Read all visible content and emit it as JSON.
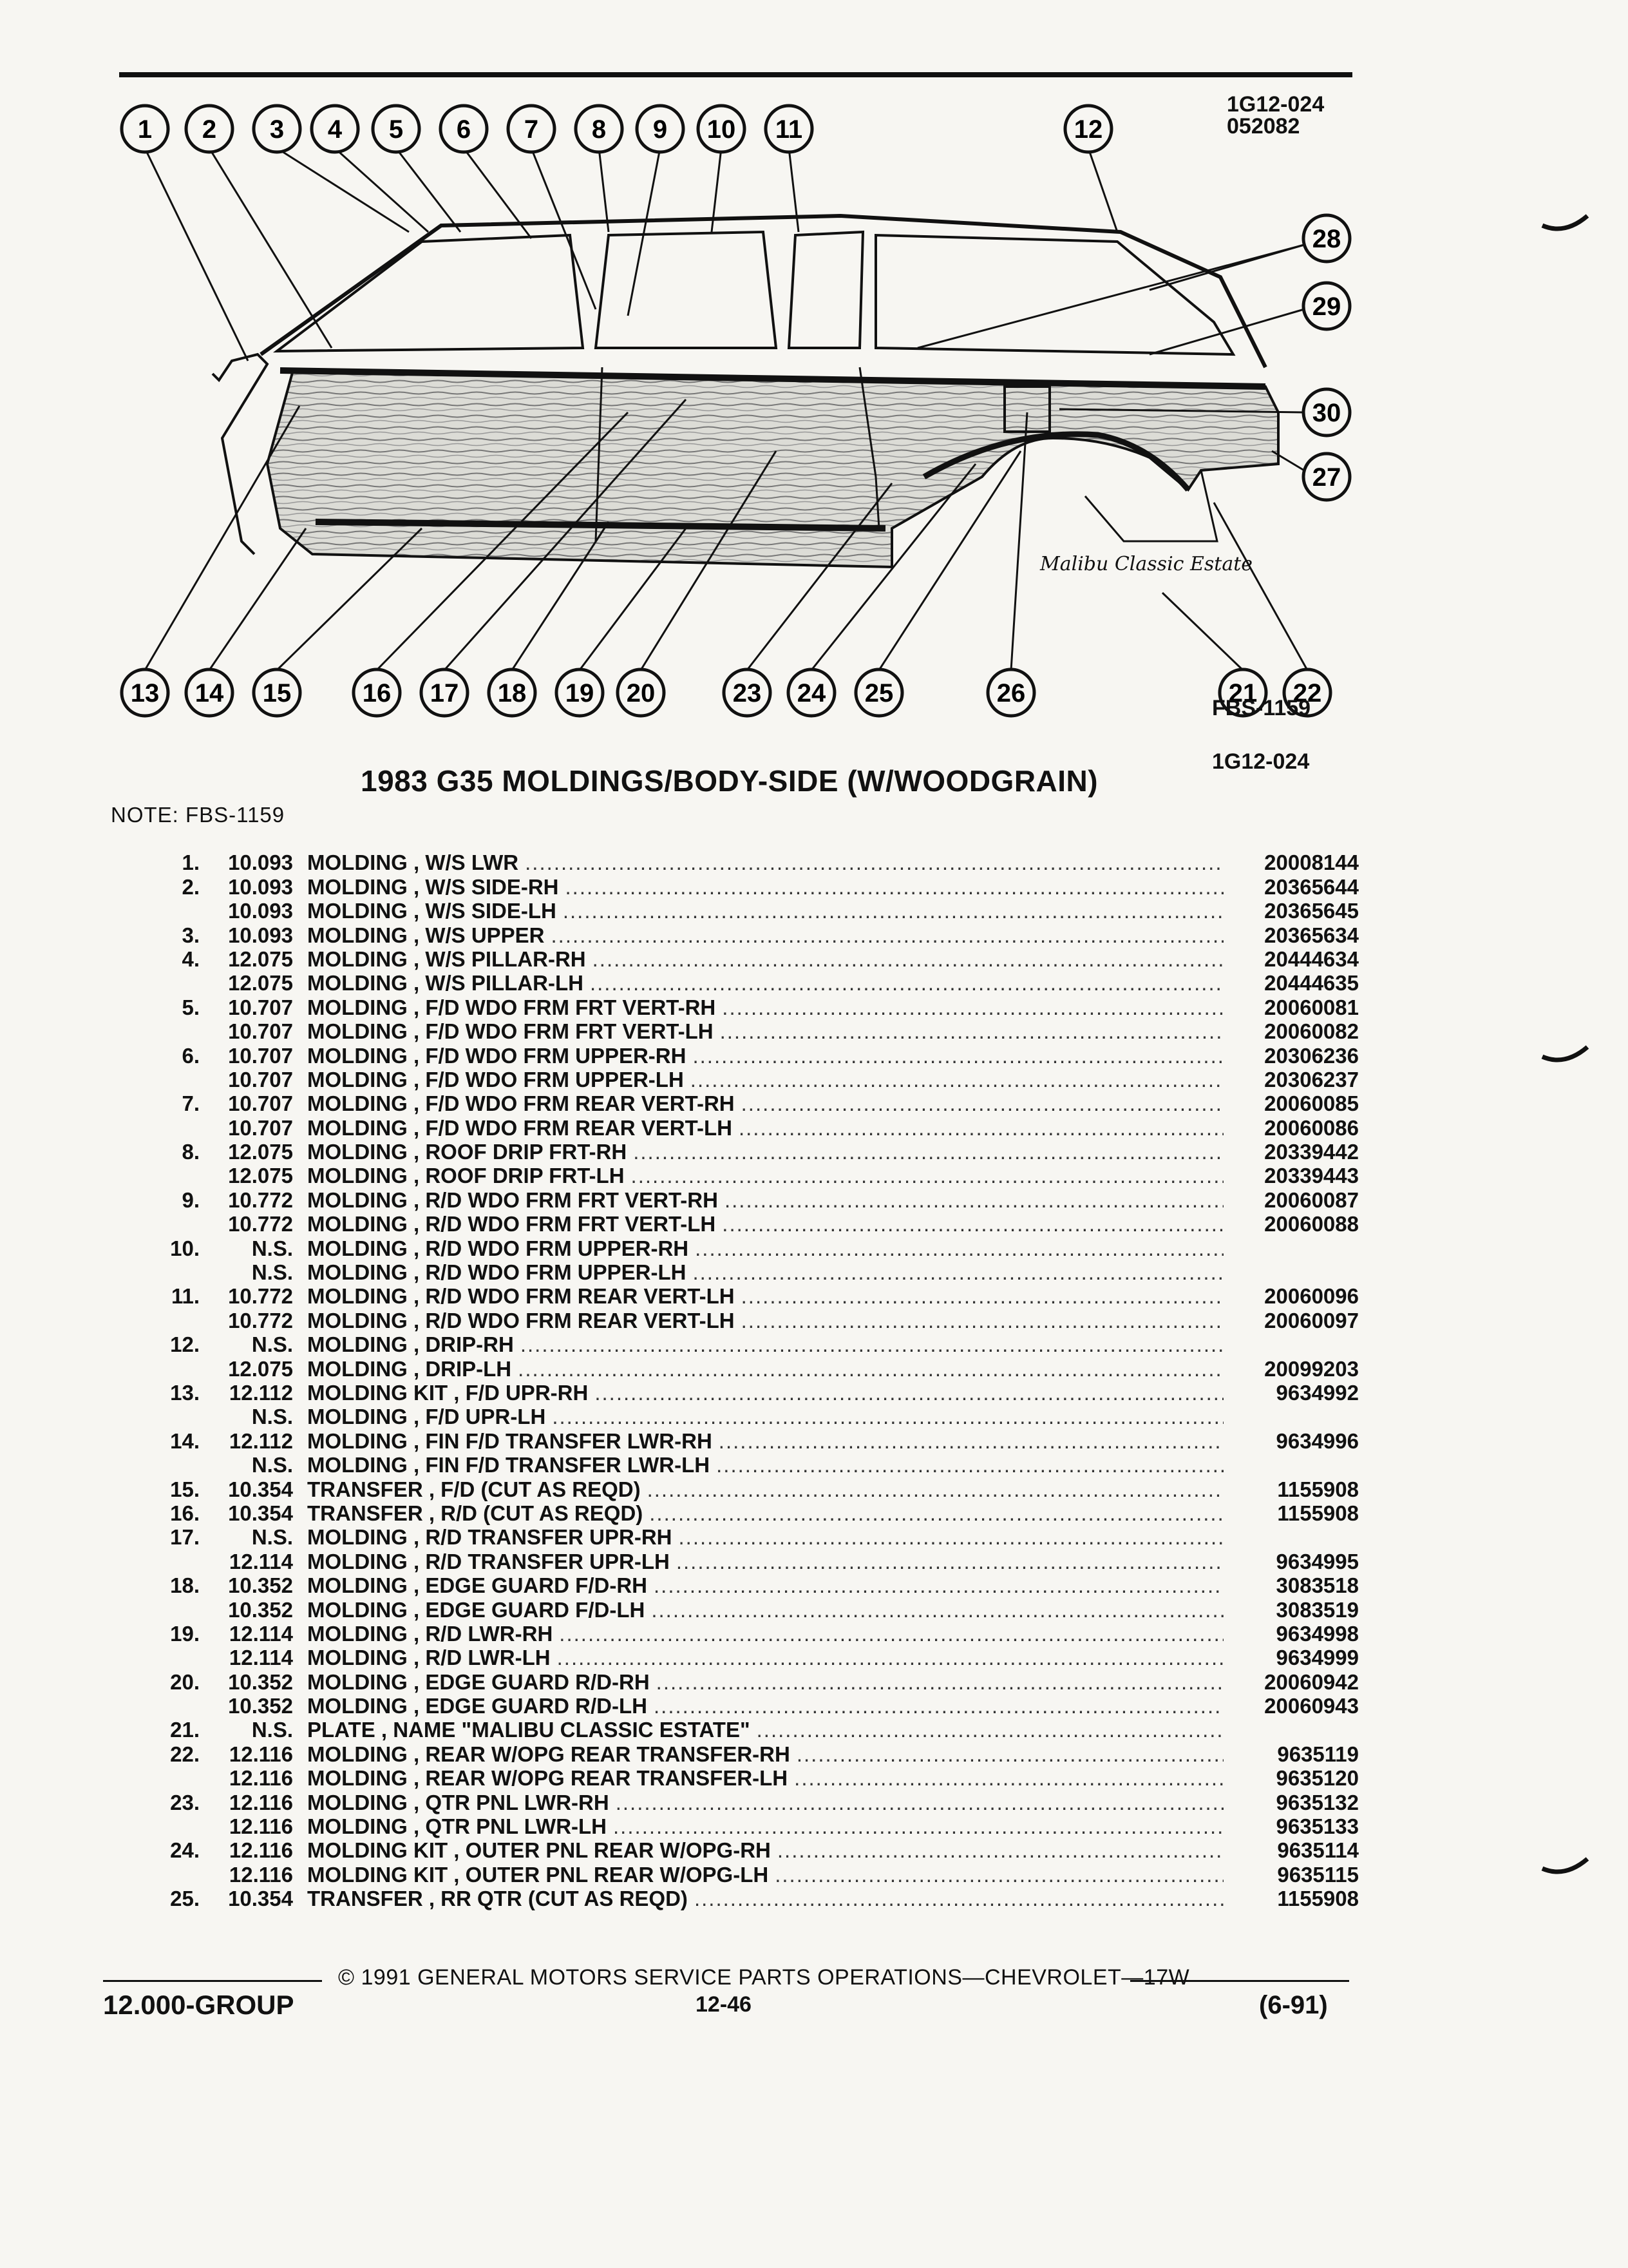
{
  "header": {
    "code1": "1G12-024",
    "code2": "052082"
  },
  "diagram": {
    "top_callouts": [
      "1",
      "2",
      "3",
      "4",
      "5",
      "6",
      "7",
      "8",
      "9",
      "10",
      "11",
      "12"
    ],
    "right_callouts": [
      "28",
      "29",
      "30",
      "27"
    ],
    "bottom_callouts": [
      "13",
      "14",
      "15",
      "16",
      "17",
      "18",
      "19",
      "20",
      "23",
      "24",
      "25",
      "26",
      "21",
      "22"
    ],
    "nameplate": "Malibu Classic Estate",
    "ref1": "FBS-1159",
    "ref2": "1G12-024"
  },
  "title": "1983 G35 MOLDINGS/BODY-SIDE (W/WOODGRAIN)",
  "note": "NOTE: FBS-1159",
  "parts": [
    {
      "ref": "1.",
      "group": "10.093",
      "desc": "MOLDING , W/S LWR",
      "part": "20008144"
    },
    {
      "ref": "2.",
      "group": "10.093",
      "desc": "MOLDING , W/S SIDE-RH",
      "part": "20365644"
    },
    {
      "ref": "",
      "group": "10.093",
      "desc": "MOLDING , W/S SIDE-LH",
      "part": "20365645"
    },
    {
      "ref": "3.",
      "group": "10.093",
      "desc": "MOLDING , W/S UPPER",
      "part": "20365634"
    },
    {
      "ref": "4.",
      "group": "12.075",
      "desc": "MOLDING , W/S PILLAR-RH",
      "part": "20444634"
    },
    {
      "ref": "",
      "group": "12.075",
      "desc": "MOLDING , W/S PILLAR-LH",
      "part": "20444635"
    },
    {
      "ref": "5.",
      "group": "10.707",
      "desc": "MOLDING , F/D WDO FRM FRT VERT-RH",
      "part": "20060081"
    },
    {
      "ref": "",
      "group": "10.707",
      "desc": "MOLDING , F/D WDO FRM FRT VERT-LH",
      "part": "20060082"
    },
    {
      "ref": "6.",
      "group": "10.707",
      "desc": "MOLDING , F/D WDO FRM UPPER-RH",
      "part": "20306236"
    },
    {
      "ref": "",
      "group": "10.707",
      "desc": "MOLDING , F/D WDO FRM UPPER-LH",
      "part": "20306237"
    },
    {
      "ref": "7.",
      "group": "10.707",
      "desc": "MOLDING , F/D WDO FRM REAR VERT-RH",
      "part": "20060085"
    },
    {
      "ref": "",
      "group": "10.707",
      "desc": "MOLDING , F/D WDO FRM REAR VERT-LH",
      "part": "20060086"
    },
    {
      "ref": "8.",
      "group": "12.075",
      "desc": "MOLDING , ROOF DRIP FRT-RH",
      "part": "20339442"
    },
    {
      "ref": "",
      "group": "12.075",
      "desc": "MOLDING , ROOF DRIP FRT-LH",
      "part": "20339443"
    },
    {
      "ref": "9.",
      "group": "10.772",
      "desc": "MOLDING , R/D WDO FRM FRT VERT-RH",
      "part": "20060087"
    },
    {
      "ref": "",
      "group": "10.772",
      "desc": "MOLDING , R/D WDO FRM FRT VERT-LH",
      "part": "20060088"
    },
    {
      "ref": "10.",
      "group": "N.S.",
      "desc": "MOLDING , R/D WDO FRM UPPER-RH",
      "part": ""
    },
    {
      "ref": "",
      "group": "N.S.",
      "desc": "MOLDING , R/D WDO FRM UPPER-LH",
      "part": ""
    },
    {
      "ref": "11.",
      "group": "10.772",
      "desc": "MOLDING , R/D WDO FRM REAR VERT-LH",
      "part": "20060096"
    },
    {
      "ref": "",
      "group": "10.772",
      "desc": "MOLDING , R/D WDO FRM REAR VERT-LH",
      "part": "20060097"
    },
    {
      "ref": "12.",
      "group": "N.S.",
      "desc": "MOLDING , DRIP-RH",
      "part": ""
    },
    {
      "ref": "",
      "group": "12.075",
      "desc": "MOLDING , DRIP-LH",
      "part": "20099203"
    },
    {
      "ref": "13.",
      "group": "12.112",
      "desc": "MOLDING KIT , F/D UPR-RH",
      "part": "9634992"
    },
    {
      "ref": "",
      "group": "N.S.",
      "desc": "MOLDING , F/D UPR-LH",
      "part": ""
    },
    {
      "ref": "14.",
      "group": "12.112",
      "desc": "MOLDING , FIN F/D TRANSFER LWR-RH",
      "part": "9634996"
    },
    {
      "ref": "",
      "group": "N.S.",
      "desc": "MOLDING , FIN F/D TRANSFER LWR-LH",
      "part": ""
    },
    {
      "ref": "15.",
      "group": "10.354",
      "desc": "TRANSFER , F/D (CUT AS REQD)",
      "part": "1155908"
    },
    {
      "ref": "16.",
      "group": "10.354",
      "desc": "TRANSFER , R/D (CUT AS REQD)",
      "part": "1155908"
    },
    {
      "ref": "17.",
      "group": "N.S.",
      "desc": "MOLDING , R/D TRANSFER UPR-RH",
      "part": ""
    },
    {
      "ref": "",
      "group": "12.114",
      "desc": "MOLDING , R/D TRANSFER UPR-LH",
      "part": "9634995"
    },
    {
      "ref": "18.",
      "group": "10.352",
      "desc": "MOLDING , EDGE GUARD F/D-RH",
      "part": "3083518"
    },
    {
      "ref": "",
      "group": "10.352",
      "desc": "MOLDING , EDGE GUARD F/D-LH",
      "part": "3083519"
    },
    {
      "ref": "19.",
      "group": "12.114",
      "desc": "MOLDING , R/D LWR-RH",
      "part": "9634998"
    },
    {
      "ref": "",
      "group": "12.114",
      "desc": "MOLDING , R/D LWR-LH",
      "part": "9634999"
    },
    {
      "ref": "20.",
      "group": "10.352",
      "desc": "MOLDING , EDGE GUARD R/D-RH",
      "part": "20060942"
    },
    {
      "ref": "",
      "group": "10.352",
      "desc": "MOLDING , EDGE GUARD R/D-LH",
      "part": "20060943"
    },
    {
      "ref": "21.",
      "group": "N.S.",
      "desc": "PLATE , NAME \"MALIBU CLASSIC ESTATE\"",
      "part": ""
    },
    {
      "ref": "22.",
      "group": "12.116",
      "desc": "MOLDING , REAR W/OPG REAR TRANSFER-RH",
      "part": "9635119"
    },
    {
      "ref": "",
      "group": "12.116",
      "desc": "MOLDING , REAR W/OPG REAR TRANSFER-LH",
      "part": "9635120"
    },
    {
      "ref": "23.",
      "group": "12.116",
      "desc": "MOLDING , QTR PNL LWR-RH",
      "part": "9635132"
    },
    {
      "ref": "",
      "group": "12.116",
      "desc": "MOLDING , QTR PNL LWR-LH",
      "part": "9635133"
    },
    {
      "ref": "24.",
      "group": "12.116",
      "desc": "MOLDING KIT , OUTER PNL REAR W/OPG-RH",
      "part": "9635114"
    },
    {
      "ref": "",
      "group": "12.116",
      "desc": "MOLDING KIT , OUTER PNL REAR W/OPG-LH",
      "part": "9635115"
    },
    {
      "ref": "25.",
      "group": "10.354",
      "desc": "TRANSFER , RR QTR (CUT AS REQD)",
      "part": "1155908"
    }
  ],
  "footer": {
    "copyright": "© 1991 GENERAL MOTORS SERVICE PARTS OPERATIONS—CHEVROLET—17W",
    "group": "12.000-GROUP",
    "page": "12-46",
    "date": "(6-91)"
  }
}
